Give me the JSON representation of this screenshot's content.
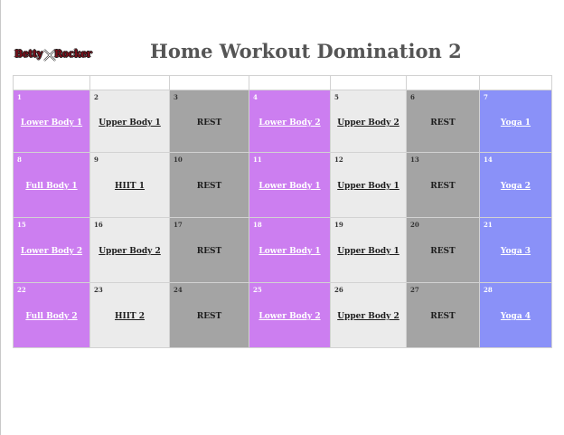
{
  "logo": {
    "part1": "Betty",
    "part2": "Rocker"
  },
  "title": "Home Workout Domination 2",
  "weeks": [
    [
      {
        "day": "1",
        "label": "Lower Body 1"
      },
      {
        "day": "2",
        "label": "Upper Body 1"
      },
      {
        "day": "3",
        "label": "REST"
      },
      {
        "day": "4",
        "label": "Lower Body 2"
      },
      {
        "day": "5",
        "label": "Upper Body 2"
      },
      {
        "day": "6",
        "label": "REST"
      },
      {
        "day": "7",
        "label": "Yoga 1"
      }
    ],
    [
      {
        "day": "8",
        "label": "Full Body 1"
      },
      {
        "day": "9",
        "label": "HIIT 1"
      },
      {
        "day": "10",
        "label": "REST"
      },
      {
        "day": "11",
        "label": "Lower Body 1"
      },
      {
        "day": "12",
        "label": "Upper Body 1"
      },
      {
        "day": "13",
        "label": "REST"
      },
      {
        "day": "14",
        "label": "Yoga 2"
      }
    ],
    [
      {
        "day": "15",
        "label": "Lower Body 2"
      },
      {
        "day": "16",
        "label": "Upper Body 2"
      },
      {
        "day": "17",
        "label": "REST"
      },
      {
        "day": "18",
        "label": "Lower Body 1"
      },
      {
        "day": "19",
        "label": "Upper Body 1"
      },
      {
        "day": "20",
        "label": "REST"
      },
      {
        "day": "21",
        "label": "Yoga 3"
      }
    ],
    [
      {
        "day": "22",
        "label": "Full Body 2"
      },
      {
        "day": "23",
        "label": "HIIT 2"
      },
      {
        "day": "24",
        "label": "REST"
      },
      {
        "day": "25",
        "label": "Lower Body 2"
      },
      {
        "day": "26",
        "label": "Upper Body 2"
      },
      {
        "day": "27",
        "label": "REST"
      },
      {
        "day": "28",
        "label": "Yoga 4"
      }
    ]
  ],
  "colors": {
    "lower_full": "#cc7ef0",
    "upper_hiit": "#ebebeb",
    "rest": "#a4a4a4",
    "yoga": "#8a91f8",
    "title": "#555555"
  }
}
